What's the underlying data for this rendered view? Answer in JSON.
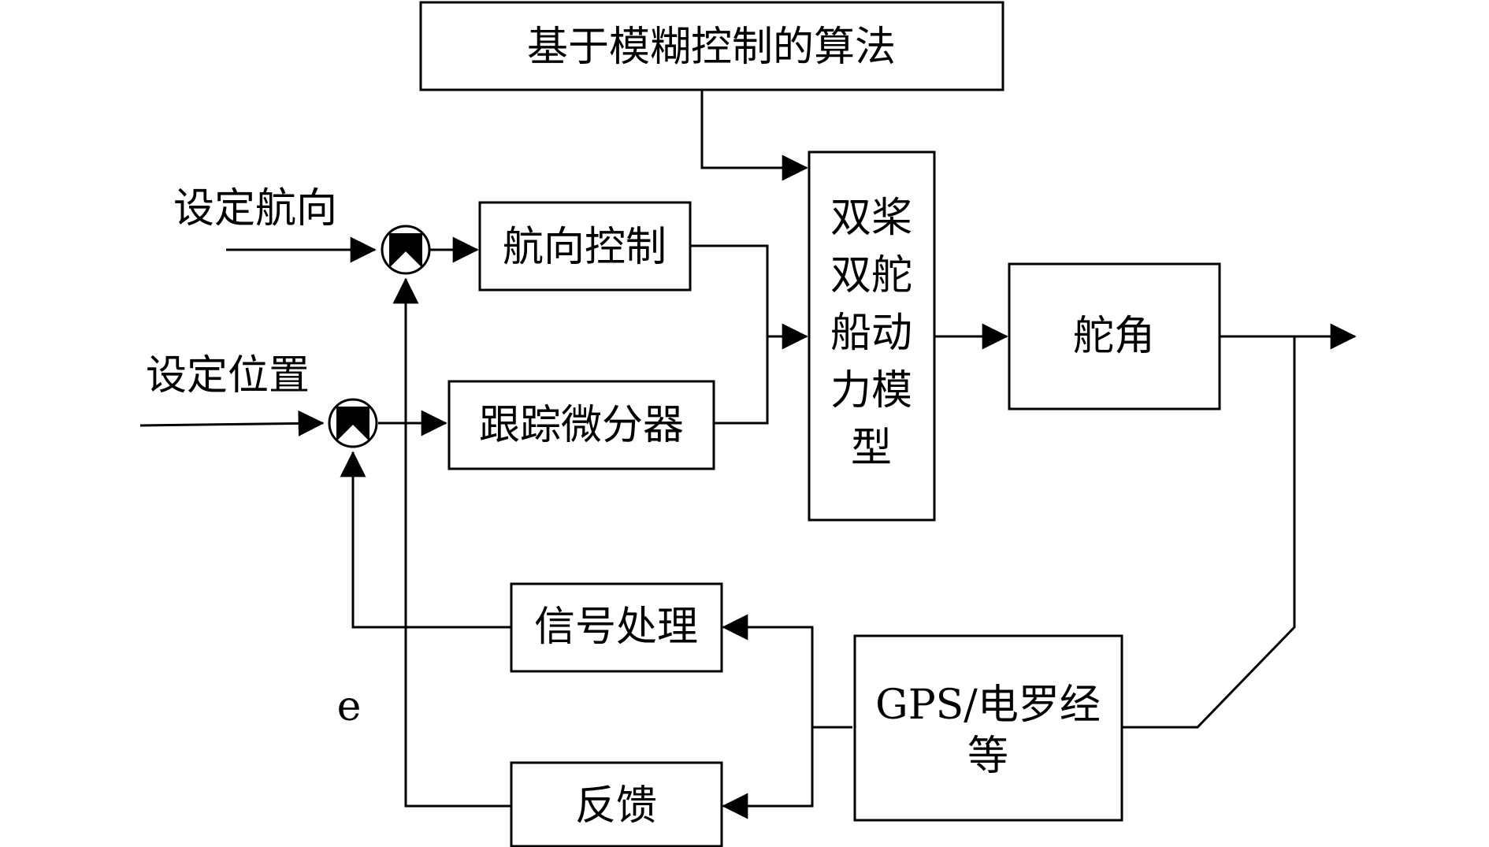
{
  "blocks": {
    "fuzzy_algorithm": "基于模糊控制的算法",
    "heading_control": "航向控制",
    "tracking_differentiator": "跟踪微分器",
    "dynamics_model_lines": [
      "双桨",
      "双舵",
      "船动",
      "力模",
      "型"
    ],
    "rudder_angle": "舵角",
    "signal_processing": "信号处理",
    "feedback": "反馈",
    "sensor_lines": [
      "GPS/电罗经",
      "等"
    ]
  },
  "inputs": {
    "set_heading": "设定航向",
    "set_position": "设定位置"
  },
  "annotations": {
    "error_symbol": "e"
  },
  "colors": {
    "stroke": "#000000",
    "background": "#ffffff"
  }
}
